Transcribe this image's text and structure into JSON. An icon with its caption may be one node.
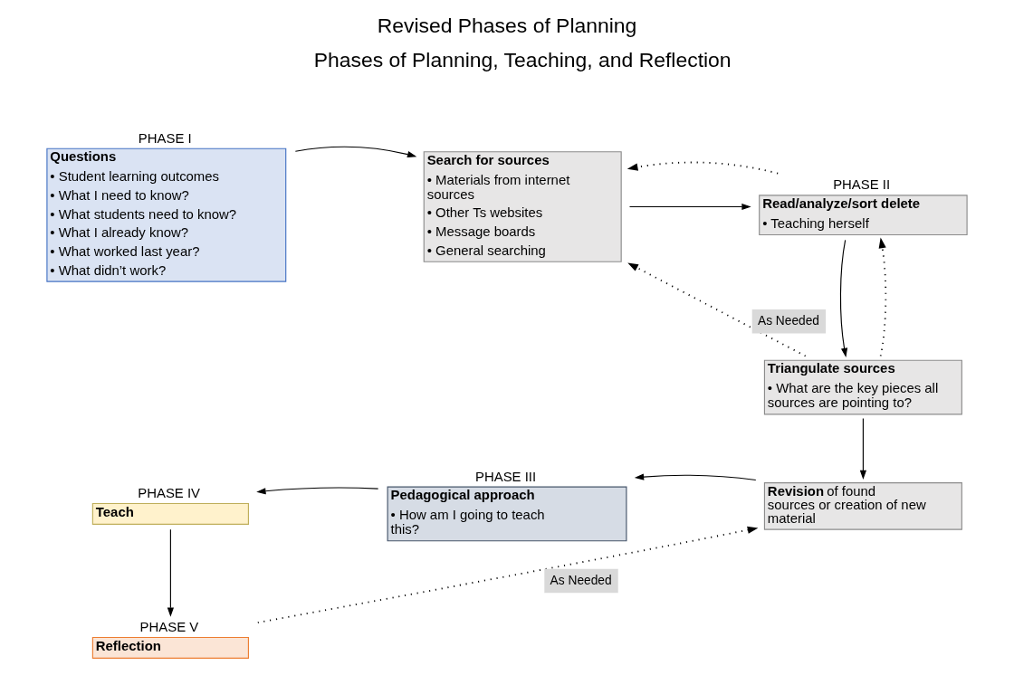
{
  "diagram": {
    "title": "Revised Phases of Planning",
    "nodes": [
      {
        "text": [
          "PHASE I",
          "Questions",
          "• Student learning outcomes",
          "• What I need to know?",
          "• What students need to know?",
          "• What I already know?",
          "• What worked last year?",
          "• What didn’t work?"
        ]
      },
      {
        "text": [
          "Search for sources",
          "• Materials from internet sources",
          "• Other Ts websites",
          "• Message boards",
          "• General searching"
        ]
      },
      {
        "text": [
          "PHASE II",
          "Read/analyze/sort delete",
          "• Teaching herself"
        ]
      },
      {
        "text": [
          "Triangulate sources",
          "• What are the key pieces all sources are pointing to?"
        ]
      },
      {
        "text": [
          "**Revision** of found sources or creation of new material"
        ]
      },
      {
        "text": [
          "PHASE III",
          "Pedagogical approach",
          "• How am I going to teach this?"
        ]
      },
      {
        "text": [
          "PHASE IV",
          "Teach"
        ]
      },
      {
        "text": [
          "PHASE V",
          "Reflection"
        ]
      }
    ],
    "edges": [
      {
        "from": 0,
        "to": 1,
        "arrow": "to"
      },
      {
        "from": 1,
        "to": 2,
        "arrow": "to"
      },
      {
        "from": 2,
        "to": 1,
        "arrow": "to",
        "style": "dashed"
      },
      {
        "from": 2,
        "to": 3,
        "arrow": "to"
      },
      {
        "from": 3,
        "to": 2,
        "arrow": "to",
        "style": "dashed"
      },
      {
        "from": 3,
        "to": 1,
        "arrow": "to",
        "style": "dashed",
        "label": "As Needed"
      },
      {
        "from": 3,
        "to": 4,
        "arrow": "to"
      },
      {
        "from": 4,
        "to": 5,
        "arrow": "to"
      },
      {
        "from": 5,
        "to": 6,
        "arrow": "to"
      },
      {
        "from": 6,
        "to": 7,
        "arrow": "to"
      },
      {
        "from": 7,
        "to": 4,
        "arrow": "to",
        "style": "dashed",
        "label": "As Needed"
      }
    ],
    "labels": [
      "Phases of Planning, Teaching, and Reflection"
    ]
  }
}
